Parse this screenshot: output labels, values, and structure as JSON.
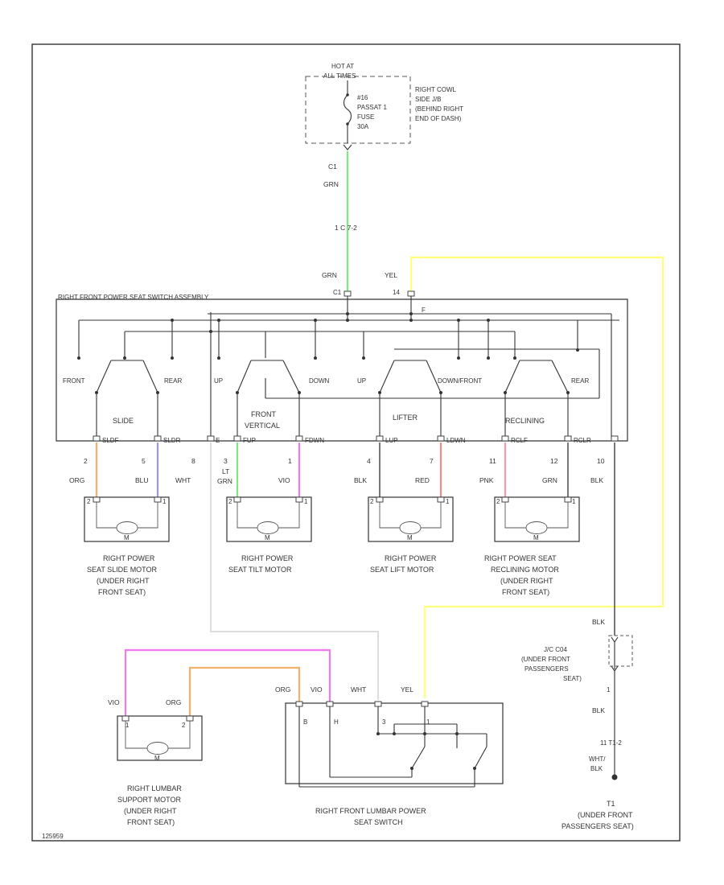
{
  "fuse_block": {
    "hot_at_label": "HOT AT",
    "hot_at_value": "ALL TIMES",
    "fuse_lines": [
      "#16",
      "PASSAT 1",
      "FUSE",
      "30A"
    ],
    "location_lines": [
      "RIGHT COWL",
      "SIDE J/B",
      "(BEHIND RIGHT",
      "END OF DASH)"
    ]
  },
  "feed_wire": {
    "connector_label": "C1",
    "color_label": "GRN",
    "splice_label": "1 C 7-2",
    "color_label_2": "GRN",
    "color_hex": "#7de87d"
  },
  "yellow_feed": {
    "color_label": "YEL",
    "color_hex": "#ffff7a"
  },
  "switch_assembly": {
    "title": "RIGHT FRONT POWER SEAT SWITCH ASSEMBLY",
    "connector_c1": "C1",
    "pin_14": "14",
    "pin_f": "F",
    "switches": [
      {
        "name": "SLIDE",
        "left_label": "FRONT",
        "right_label": "REAR"
      },
      {
        "name_lines": [
          "FRONT",
          "VERTICAL"
        ],
        "left_label": "UP",
        "right_label": "DOWN"
      },
      {
        "name": "LIFTER",
        "left_label": "UP",
        "right_label": "DOWN/FRONT"
      },
      {
        "name": "RECLINING",
        "left_label": "",
        "right_label": "REAR"
      }
    ],
    "terminals": [
      "SLDF",
      "SLDR",
      "E",
      "FUP",
      "FDWN",
      "LUP",
      "LDWN",
      "RCLF",
      "RCLR"
    ]
  },
  "wires": [
    {
      "pin": "2",
      "color": "ORG",
      "hex": "#f4b06a"
    },
    {
      "pin": "5",
      "color": "BLU",
      "hex": "#9a9af5"
    },
    {
      "pin": "8",
      "color": "WHT",
      "hex": "#dddddd"
    },
    {
      "pin": "3",
      "color_lines": [
        "LT",
        "GRN"
      ],
      "hex": "#7de87d"
    },
    {
      "pin": "1",
      "color": "VIO",
      "hex": "#f07af0"
    },
    {
      "pin": "4",
      "color": "BLK",
      "hex": "#555555"
    },
    {
      "pin": "7",
      "color": "RED",
      "hex": "#f58a8a"
    },
    {
      "pin": "11",
      "color": "PNK",
      "hex": "#f29aae"
    },
    {
      "pin": "12",
      "color": "GRN",
      "hex": "#555555"
    },
    {
      "pin": "10",
      "color": "BLK",
      "hex": "#555555"
    }
  ],
  "motors": [
    {
      "lines": [
        "RIGHT POWER",
        "SEAT SLIDE MOTOR",
        "(UNDER RIGHT",
        "FRONT SEAT)"
      ],
      "pins": [
        "2",
        "1"
      ],
      "symbol": "M"
    },
    {
      "lines": [
        "RIGHT POWER",
        "SEAT TILT MOTOR"
      ],
      "pins": [
        "2",
        "1"
      ],
      "symbol": "M"
    },
    {
      "lines": [
        "RIGHT POWER",
        "SEAT LIFT MOTOR"
      ],
      "pins": [
        "2",
        "1"
      ],
      "symbol": "M"
    },
    {
      "lines": [
        "RIGHT POWER SEAT",
        "RECLINING MOTOR",
        "(UNDER RIGHT",
        "FRONT SEAT)"
      ],
      "pins": [
        "2",
        "1"
      ],
      "symbol": "M"
    }
  ],
  "ground_path": {
    "color_label": "BLK",
    "connector_lines": [
      "J/C C04",
      "(UNDER FRONT",
      "PASSENGERS",
      "SEAT)"
    ],
    "pin_a": "1",
    "color_label_2": "BLK",
    "splice_label": "11 T1-2",
    "color_lines_3": [
      "WHT/",
      "BLK"
    ],
    "ground_lines": [
      "T1",
      "(UNDER FRONT",
      "PASSENGERS SEAT)"
    ]
  },
  "lumbar_motor": {
    "lines": [
      "RIGHT LUMBAR",
      "SUPPORT MOTOR",
      "(UNDER RIGHT",
      "FRONT SEAT)"
    ],
    "wire_left": "VIO",
    "wire_right": "ORG",
    "pin_left": "1",
    "pin_right": "2",
    "symbol": "M"
  },
  "lumbar_switch": {
    "lines": [
      "RIGHT FRONT LUMBAR POWER",
      "SEAT SWITCH"
    ],
    "wires": [
      "ORG",
      "VIO",
      "WHT",
      "YEL"
    ],
    "pins": [
      "B",
      "H",
      "3",
      "1"
    ]
  },
  "footer_code": "125959"
}
